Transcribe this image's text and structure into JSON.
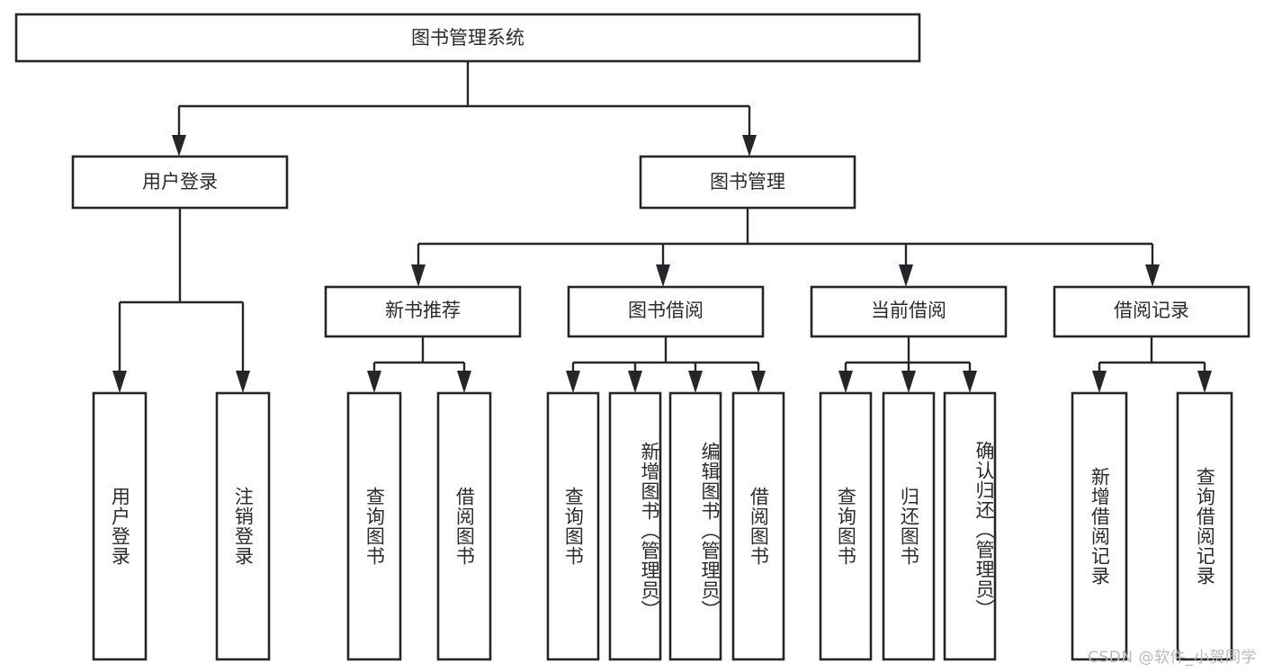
{
  "diagram": {
    "type": "tree",
    "title": "图书管理系统",
    "colors": {
      "box_stroke": "#26262a",
      "box_fill": "#ffffff",
      "connector": "#26262a",
      "text": "#2b2b2b",
      "background": "#ffffff",
      "watermark": "#b9b9bd"
    },
    "root": {
      "label": "图书管理系统"
    },
    "level2": [
      {
        "id": "user-login",
        "label": "用户登录"
      },
      {
        "id": "book-manage",
        "label": "图书管理"
      }
    ],
    "level3": [
      {
        "id": "new-book-recommend",
        "label": "新书推荐",
        "parent": "book-manage"
      },
      {
        "id": "book-borrow",
        "label": "图书借阅",
        "parent": "book-manage"
      },
      {
        "id": "current-borrow",
        "label": "当前借阅",
        "parent": "book-manage"
      },
      {
        "id": "borrow-record",
        "label": "借阅记录",
        "parent": "book-manage"
      }
    ],
    "leaves": {
      "user-login": [
        {
          "id": "leaf-user-login",
          "label": "用户登录"
        },
        {
          "id": "leaf-user-logout",
          "label": "注销登录"
        }
      ],
      "new-book-recommend": [
        {
          "id": "leaf-query-book-1",
          "label": "查询图书"
        },
        {
          "id": "leaf-borrow-book-1",
          "label": "借阅图书"
        }
      ],
      "book-borrow": [
        {
          "id": "leaf-query-book-2",
          "label": "查询图书"
        },
        {
          "id": "leaf-add-book",
          "label": "新增图书（管理员）"
        },
        {
          "id": "leaf-edit-book",
          "label": "编辑图书（管理员）"
        },
        {
          "id": "leaf-borrow-book-2",
          "label": "借阅图书"
        }
      ],
      "current-borrow": [
        {
          "id": "leaf-query-book-3",
          "label": "查询图书"
        },
        {
          "id": "leaf-return-book",
          "label": "归还图书"
        },
        {
          "id": "leaf-confirm-return",
          "label": "确认归还（管理员）"
        }
      ],
      "borrow-record": [
        {
          "id": "leaf-add-record",
          "label": "新增借阅记录"
        },
        {
          "id": "leaf-query-record",
          "label": "查询借阅记录"
        }
      ]
    }
  },
  "watermark": {
    "text": "CSDN @软件_小贺同学"
  }
}
